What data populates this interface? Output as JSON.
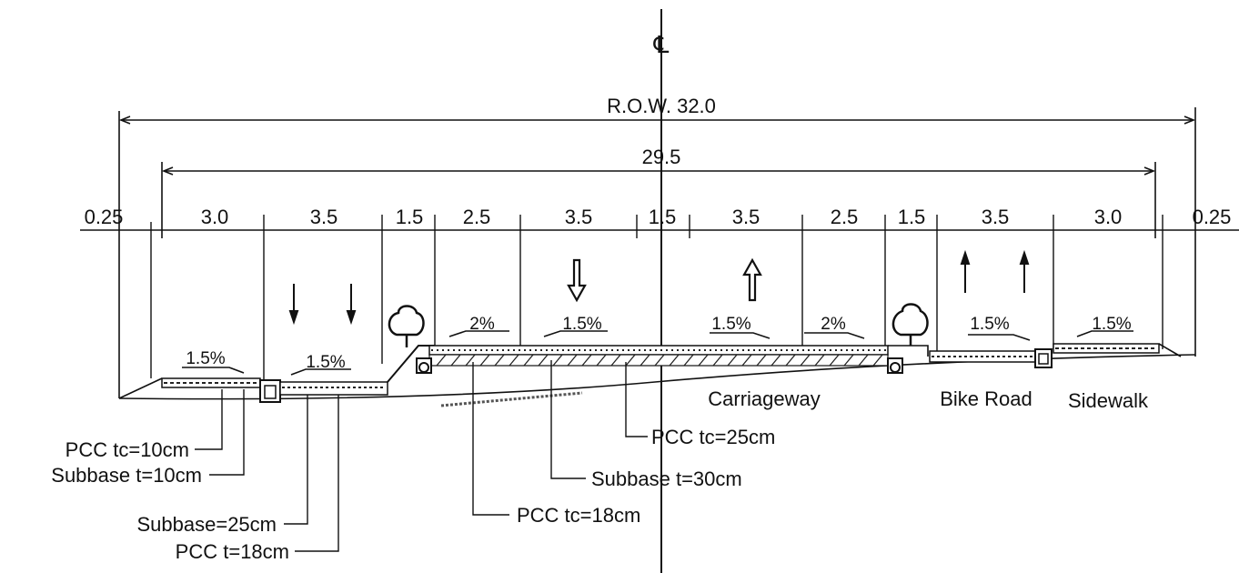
{
  "centerline_symbol": "℄",
  "row_label": "R.O.W. 32.0",
  "inner_label": "29.5",
  "segment_widths": [
    "0.25",
    "3.0",
    "3.5",
    "1.5",
    "2.5",
    "3.5",
    "1.5",
    "3.5",
    "2.5",
    "1.5",
    "3.5",
    "3.0",
    "0.25"
  ],
  "slopes": [
    "1.5%",
    "1.5%",
    "2%",
    "1.5%",
    "1.5%",
    "2%",
    "1.5%",
    "1.5%"
  ],
  "zone_labels": {
    "carriageway": "Carriageway",
    "bike_road": "Bike Road",
    "sidewalk": "Sidewalk"
  },
  "layer_callouts": {
    "sidewalk_pcc": "PCC tc=10cm",
    "sidewalk_subbase": "Subbase t=10cm",
    "bike_subbase": "Subbase=25cm",
    "bike_pcc": "PCC t=18cm",
    "carriage_pcc_25": "PCC tc=25cm",
    "carriage_subbase_30": "Subbase t=30cm",
    "carriage_pcc_18": "PCC tc=18cm"
  },
  "icons": [
    "tree-icon",
    "drain-icon",
    "lane-arrow-icon"
  ]
}
